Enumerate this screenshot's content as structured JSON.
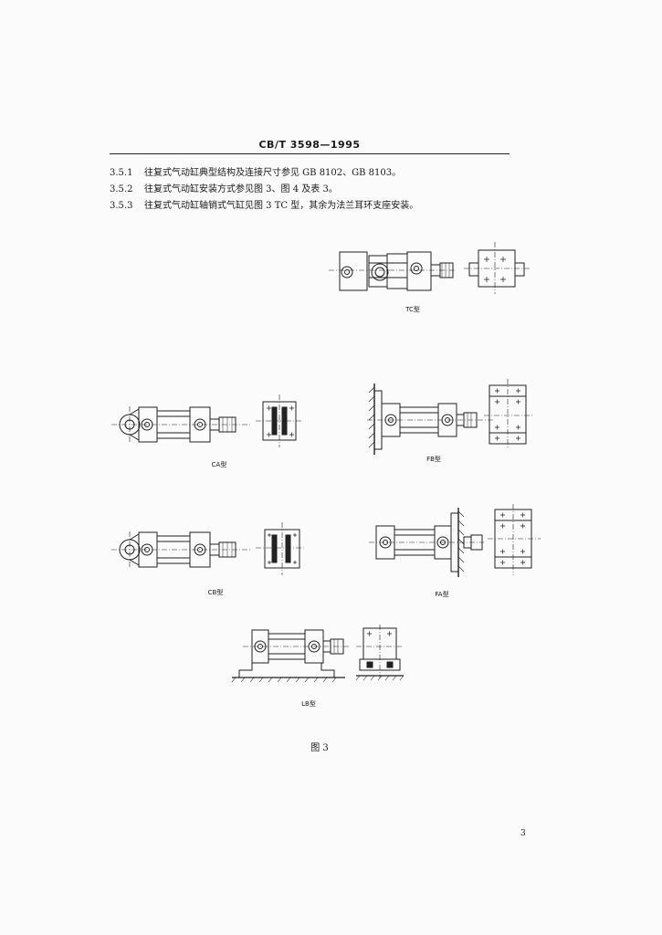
{
  "header": {
    "standard_code": "CB/T 3598—1995"
  },
  "clauses": [
    {
      "number": "3.5.1",
      "text": "往复式气动缸典型结构及连接尺寸参见 GB 8102、GB 8103。"
    },
    {
      "number": "3.5.2",
      "text": "往复式气动缸安装方式参见图 3、图 4 及表 3。"
    },
    {
      "number": "3.5.3",
      "text": "往复式气动缸轴销式气缸见图 3 TC 型，其余为法兰耳环支座安装。"
    }
  ],
  "figure": {
    "title": "图 3",
    "types": [
      "TC型",
      "CA型",
      "FB型",
      "CB型",
      "FA型",
      "LB型"
    ]
  },
  "page_number": "3"
}
